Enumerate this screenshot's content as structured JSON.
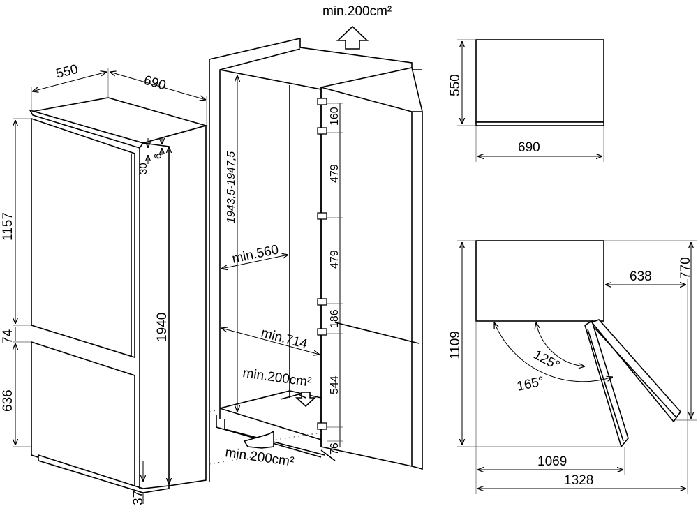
{
  "left_view": {
    "width": "550",
    "depth": "690",
    "upper_door": "1157",
    "gap": "74",
    "lower_door": "636",
    "height": "1940",
    "plinth": "37",
    "top_30": "30",
    "top_6": "6"
  },
  "niche_view": {
    "top_vent": "min.200cm²",
    "niche_height": "1943,5-1947,5",
    "min_width": "min.560",
    "min_depth": "min.714",
    "inner_vent": "min.200cm²",
    "bottom_vent": "min.200cm²",
    "hinge_dims": [
      "160",
      "479",
      "479",
      "186",
      "544",
      "76"
    ]
  },
  "top_view": {
    "depth": "550",
    "width": "690"
  },
  "plan_view": {
    "total_depth": "1109",
    "depth_770": "770",
    "offset": "638",
    "angle_small": "125°",
    "angle_large": "165°",
    "width_1069": "1069",
    "width_1328": "1328"
  }
}
